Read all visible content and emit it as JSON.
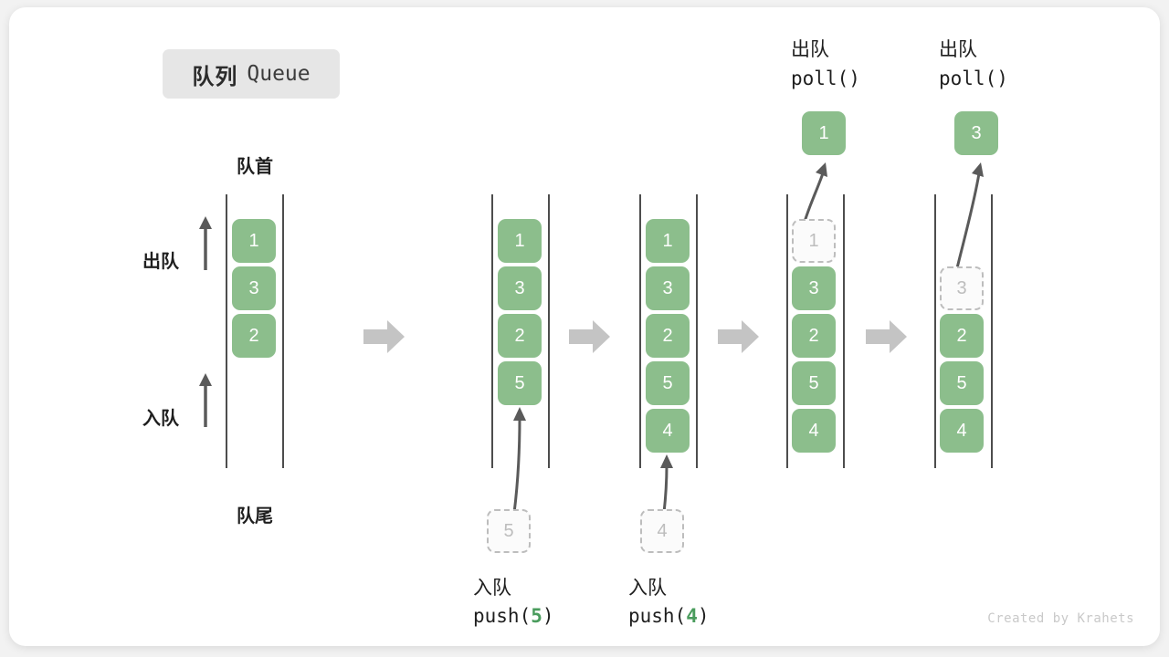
{
  "card": {
    "title_cn": "队列",
    "title_en": "Queue",
    "credit": "Created by Krahets"
  },
  "labels": {
    "head": "队首",
    "tail": "队尾",
    "dequeue": "出队",
    "enqueue": "入队"
  },
  "icons": {
    "step_arrow": "right-arrow-icon",
    "up_arrow": "up-arrow-icon",
    "curved_arrow": "curved-up-arrow-icon"
  },
  "colors": {
    "cell_green": "#8cbe8c",
    "ghost_border": "#bdbdbd",
    "ghost_text": "#bdbdbd",
    "rail": "#4d4d4d",
    "step_arrow": "#c4c4c4",
    "accent_number": "#4a9c5d",
    "chip_bg": "#e6e6e6"
  },
  "columns": [
    {
      "id": "initial",
      "cells": [
        {
          "value": "1",
          "state": "filled"
        },
        {
          "value": "3",
          "state": "filled"
        },
        {
          "value": "2",
          "state": "filled"
        }
      ],
      "side_labels": {
        "dequeue": "出队",
        "enqueue": "入队"
      },
      "top_label": "队首",
      "bottom_label": "队尾"
    },
    {
      "id": "after-push-5",
      "cells": [
        {
          "value": "1",
          "state": "filled"
        },
        {
          "value": "3",
          "state": "filled"
        },
        {
          "value": "2",
          "state": "filled"
        },
        {
          "value": "5",
          "state": "filled"
        }
      ],
      "op": {
        "kind": "push",
        "label_cn": "入队",
        "code_prefix": "push(",
        "code_value": "5",
        "code_suffix": ")",
        "ghost_value": "5"
      }
    },
    {
      "id": "after-push-4",
      "cells": [
        {
          "value": "1",
          "state": "filled"
        },
        {
          "value": "3",
          "state": "filled"
        },
        {
          "value": "2",
          "state": "filled"
        },
        {
          "value": "5",
          "state": "filled"
        },
        {
          "value": "4",
          "state": "filled"
        }
      ],
      "op": {
        "kind": "push",
        "label_cn": "入队",
        "code_prefix": "push(",
        "code_value": "4",
        "code_suffix": ")",
        "ghost_value": "4"
      }
    },
    {
      "id": "after-poll-1",
      "cells": [
        {
          "value": "1",
          "state": "ghost"
        },
        {
          "value": "3",
          "state": "filled"
        },
        {
          "value": "2",
          "state": "filled"
        },
        {
          "value": "5",
          "state": "filled"
        },
        {
          "value": "4",
          "state": "filled"
        }
      ],
      "op": {
        "kind": "poll",
        "label_cn": "出队",
        "code": "poll()",
        "result_value": "1"
      }
    },
    {
      "id": "after-poll-3",
      "cells": [
        {
          "value": "",
          "state": "empty"
        },
        {
          "value": "3",
          "state": "ghost"
        },
        {
          "value": "2",
          "state": "filled"
        },
        {
          "value": "5",
          "state": "filled"
        },
        {
          "value": "4",
          "state": "filled"
        }
      ],
      "op": {
        "kind": "poll",
        "label_cn": "出队",
        "code": "poll()",
        "result_value": "3"
      }
    }
  ]
}
